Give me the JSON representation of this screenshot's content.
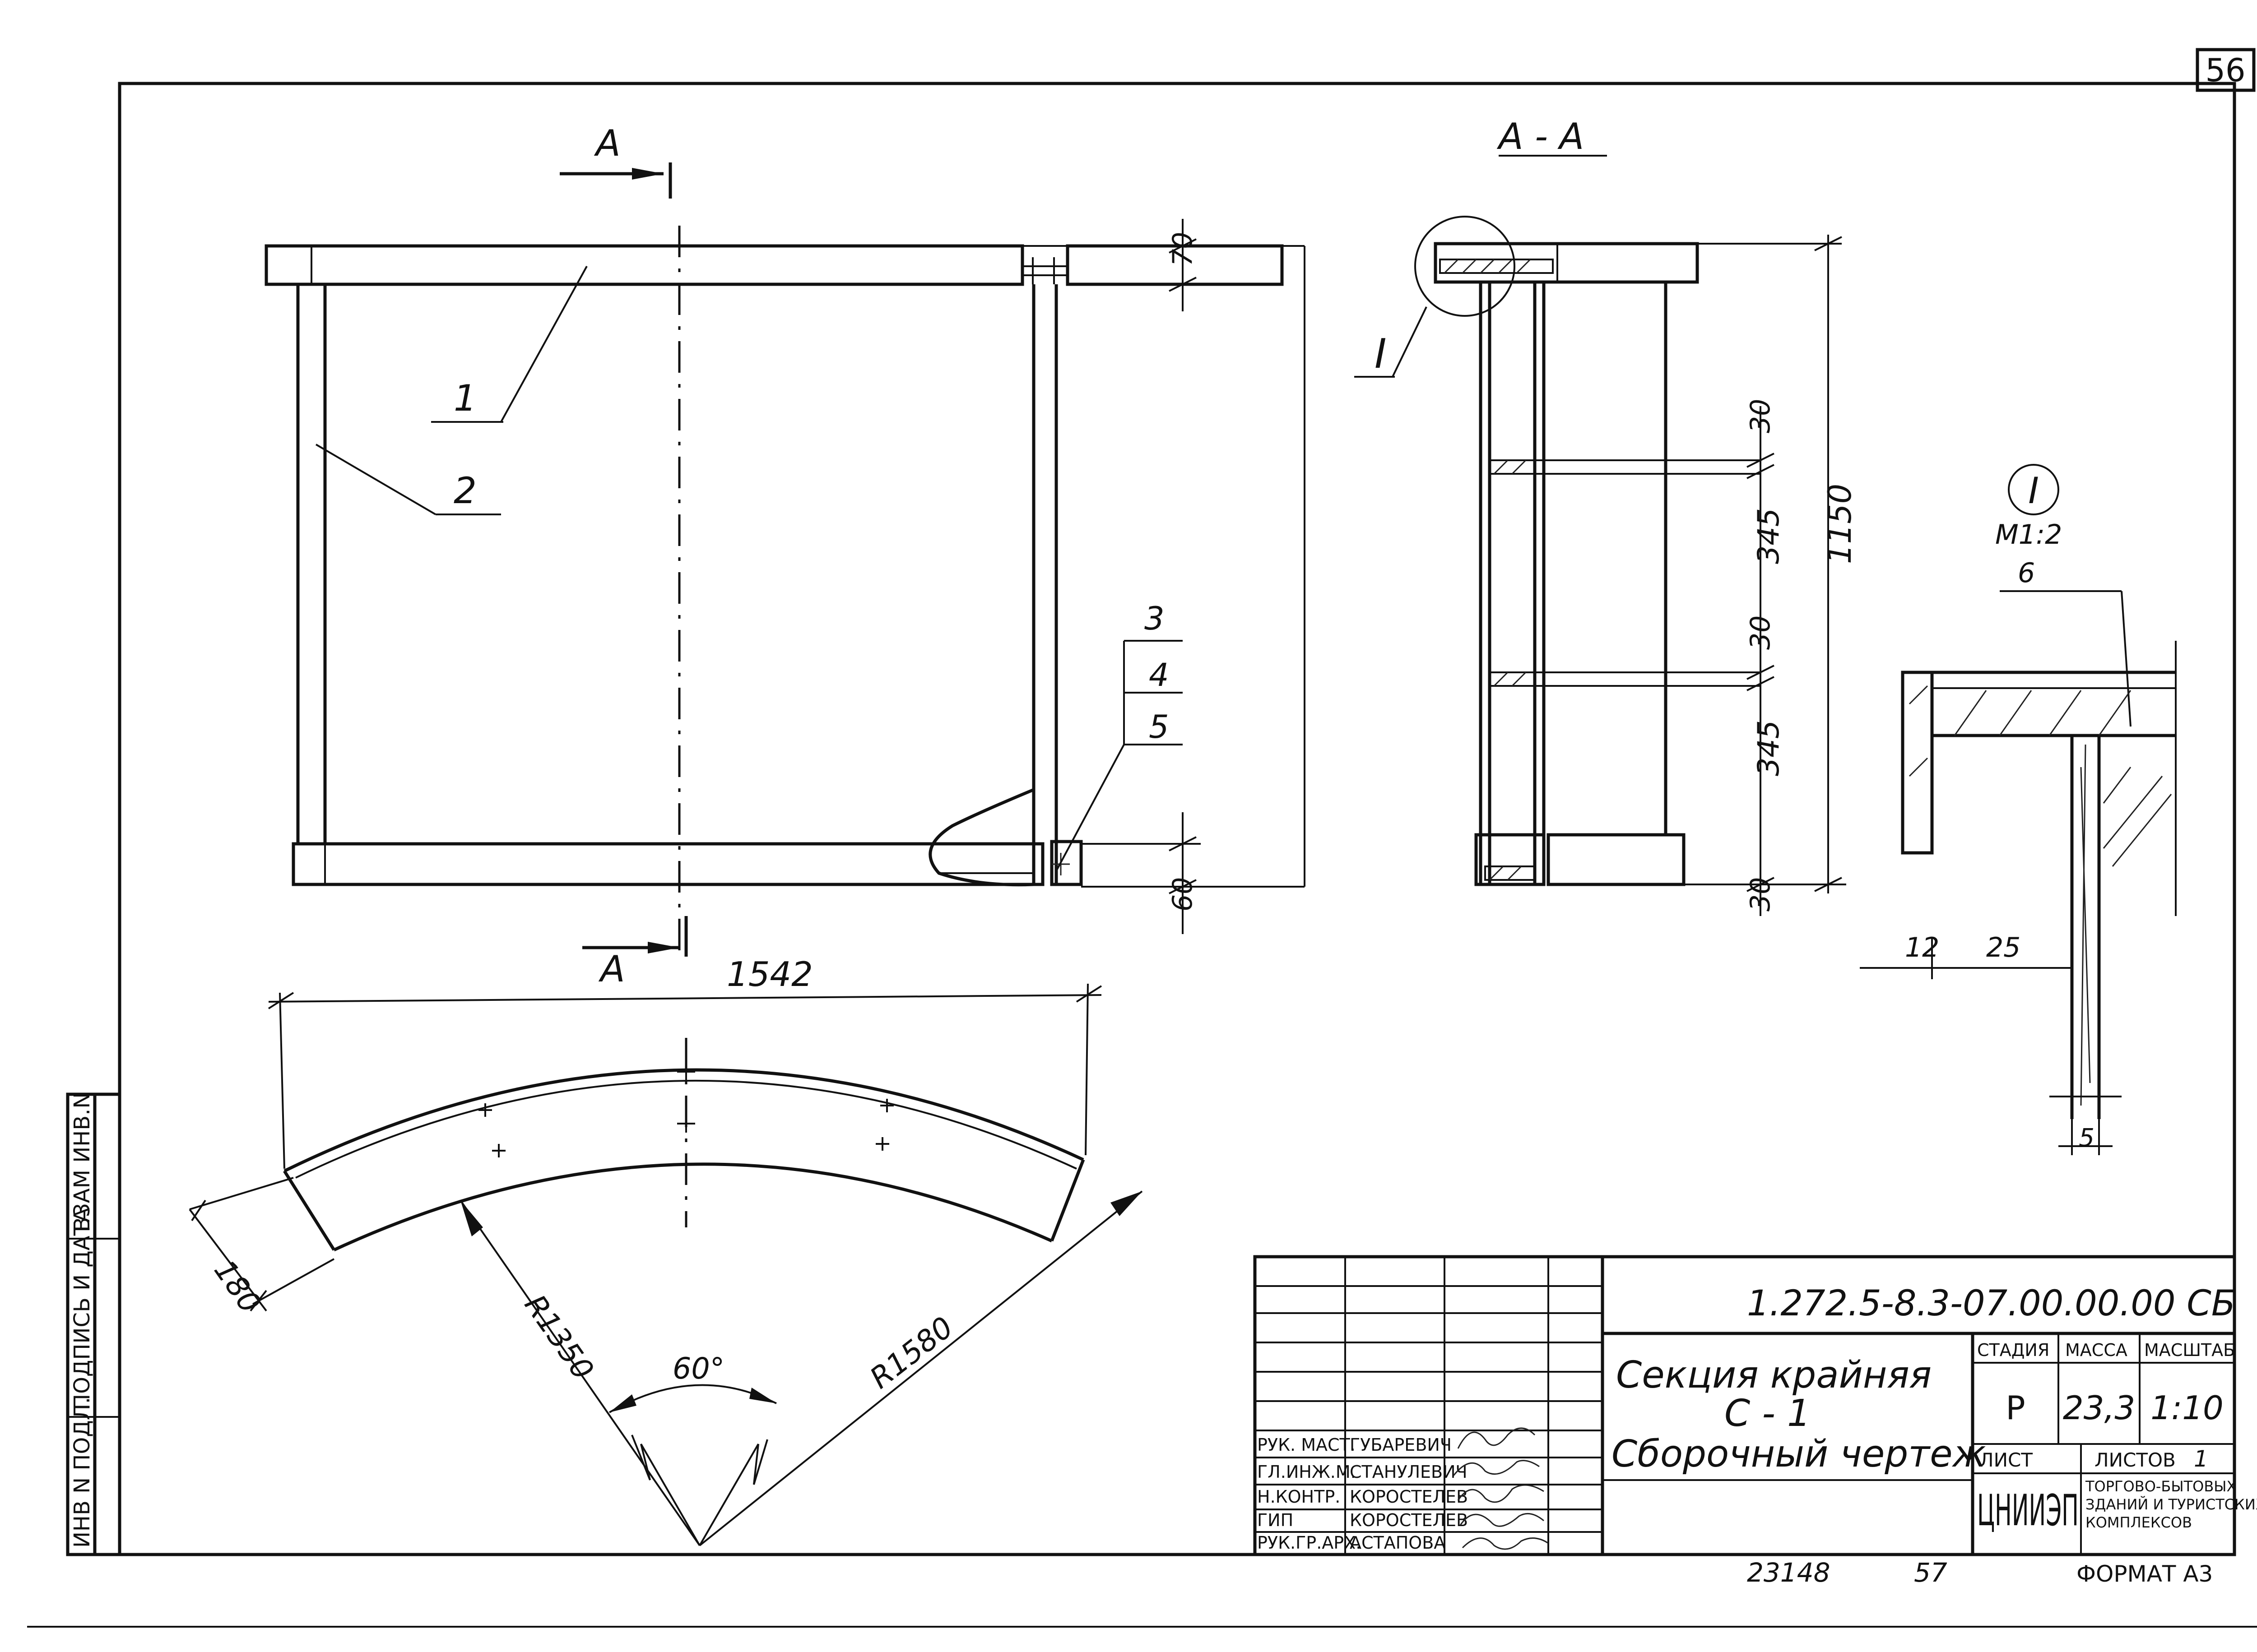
{
  "sheet": {
    "page_number": "56",
    "format": "ФОРМАТ А3",
    "bottom_numbers": [
      "23148",
      "57"
    ]
  },
  "views": {
    "section_label": "А",
    "section_view_title": "А - А",
    "detail_label": "I",
    "detail_scale": "М1:2",
    "front_dims": [
      "70",
      "60"
    ],
    "section_dims": [
      "30",
      "345",
      "30",
      "345",
      "30",
      "1150"
    ],
    "detail_dims": [
      "12",
      "25",
      "5"
    ],
    "plan_dims": {
      "width": "1542",
      "depth": "180",
      "angle": "60°",
      "r_inner": "R1350",
      "r_outer": "R1580"
    },
    "callouts": [
      "1",
      "2",
      "3",
      "4",
      "5",
      "6"
    ]
  },
  "side_stamp": [
    "ИНВ N ПОДЛ.",
    "ПОДПИСЬ И ДАТА",
    "ВЗАМ ИНВ.N"
  ],
  "title_block": {
    "code": "1.272.5-8.3-07.00.00.00 СБ",
    "name_lines": [
      "Секция крайняя",
      "С - 1",
      "Сборочный чертеж"
    ],
    "headers": [
      "СТАДИЯ",
      "МАССА",
      "МАСШТАБ"
    ],
    "values": [
      "Р",
      "23,3",
      "1:10"
    ],
    "sheet_label": "ЛИСТ",
    "sheets_label": "ЛИСТОВ",
    "sheets_count": "1",
    "org_logo": "ЦНИИЭП",
    "org_lines": [
      "ТОРГОВО-БЫТОВЫХ",
      "ЗДАНИЙ И ТУРИСТСКИХ",
      "КОМПЛЕКСОВ"
    ],
    "staff": [
      {
        "role": "РУК. МАСТ.",
        "name": "ГУБАРЕВИЧ"
      },
      {
        "role": "ГЛ.ИНЖ.М.",
        "name": "СТАНУЛЕВИЧ"
      },
      {
        "role": "Н.КОНТР.",
        "name": "КОРОСТЕЛЕВ"
      },
      {
        "role": "ГИП",
        "name": "КОРОСТЕЛЕВ"
      },
      {
        "role": "РУК.ГР.АРХ.",
        "name": "АСТАПОВА"
      }
    ]
  }
}
